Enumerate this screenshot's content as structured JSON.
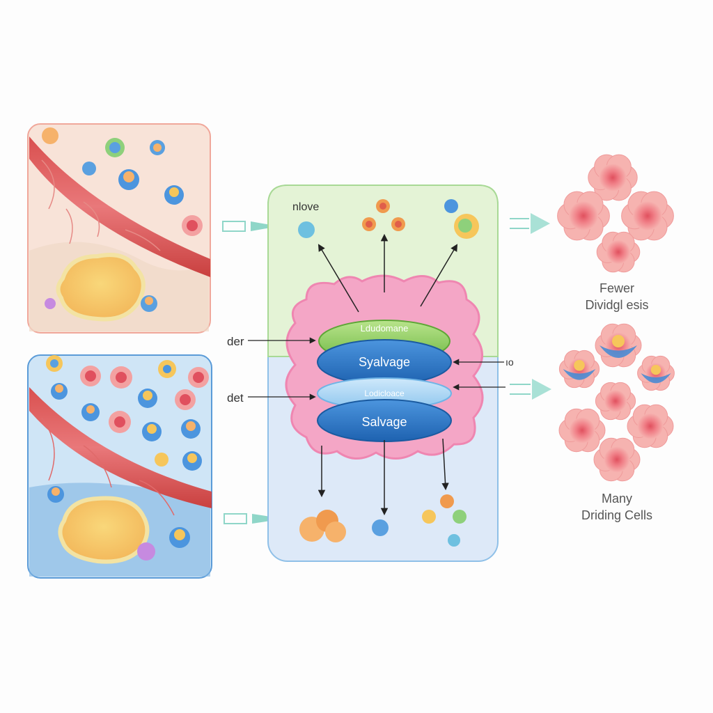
{
  "labels": {
    "center_top_left": "nlove",
    "left_upper": "der",
    "left_lower": "det",
    "right_mid": "ıo",
    "green_disc": "Ldudomane",
    "blue_disc_top": "Syalvage",
    "light_disc": "Lodicloace",
    "blue_disc_bottom": "Salvage"
  },
  "captions": {
    "fewer_line1": "Fewer",
    "fewer_line2": "Dividgl esis",
    "many_line1": "Many",
    "many_line2": "Driding Cells"
  },
  "colors": {
    "panel_top_bg": "#f8e3d8",
    "panel_top_border": "#f0a79a",
    "panel_bottom_bg": "#cfe5f6",
    "panel_bottom_border": "#5a9bd8",
    "center_top_bg": "#e4f3d6",
    "center_bottom_bg": "#dde9f8",
    "center_border": "#8ec9b8",
    "pink_membrane": "#f4a6c6",
    "green_disc": "#8fd164",
    "blue_disc": "#2f7ac8",
    "arrow_teal": "#8fd6c8",
    "cell_pink": "#f3a1a1",
    "caption_text": "#555555"
  }
}
